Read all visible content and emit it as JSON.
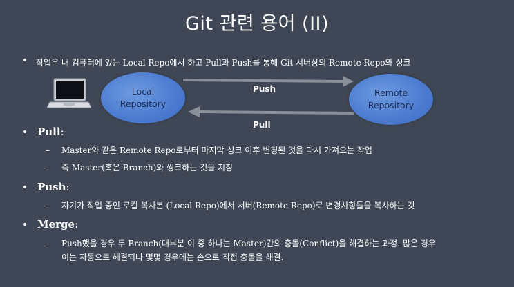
{
  "slide": {
    "title": "Git 관련 용어 (II)",
    "intro": "작업은 내 컴퓨터에 있는 Local Repo에서 하고 Pull과 Push를 통해 Git 서버상의 Remote Repo와 싱크"
  },
  "diagram": {
    "local_line1": "Local",
    "local_line2": "Repository",
    "remote_line1": "Remote",
    "remote_line2": "Repository",
    "push_label": "Push",
    "pull_label": "Pull"
  },
  "terms": {
    "pull": {
      "name": "Pull",
      "colon": ":",
      "items": [
        "Master와 같은 Remote Repo로부터 마지막 싱크 이후 변경된 것을 다시 가져오는 작업",
        "즉 Master(혹은 Branch)와 씽크하는 것을 지칭"
      ]
    },
    "push": {
      "name": "Push",
      "colon": ":",
      "items": [
        "자기가 작업 중인 로컬 복사본 (Local Repo)에서 서버(Remote Repo)로 변경사항들을 복사하는 것"
      ]
    },
    "merge": {
      "name": "Merge",
      "colon": ":",
      "line1": "Push했을 경우 두 Branch(대부분 이 중 하나는 Master)간의 충돌(Conflict)을 해결하는 과정. 많은 경우",
      "line2": "이는 자동으로 해결되나 몇몇 경우에는 손으로 직접 충돌을 해결."
    }
  },
  "symbols": {
    "bullet": "•",
    "dash": "–"
  },
  "colors": {
    "background": "#3f4756",
    "ellipse": "#4b7ad0",
    "arrow": "#8a8f99"
  },
  "icons": [
    "laptop-icon",
    "arrow-right",
    "arrow-left"
  ]
}
